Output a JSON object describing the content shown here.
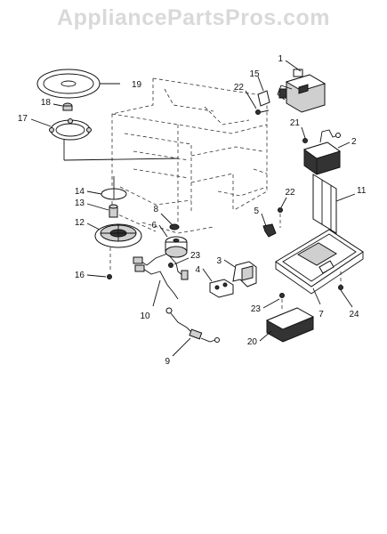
{
  "watermark": "AppliancePartsPros.com",
  "callouts": [
    {
      "id": "c1",
      "text": "1"
    },
    {
      "id": "c2",
      "text": "2"
    },
    {
      "id": "c3",
      "text": "3"
    },
    {
      "id": "c4",
      "text": "4"
    },
    {
      "id": "c5",
      "text": "5"
    },
    {
      "id": "c6",
      "text": "6"
    },
    {
      "id": "c7",
      "text": "7"
    },
    {
      "id": "c8",
      "text": "8"
    },
    {
      "id": "c9",
      "text": "9"
    },
    {
      "id": "c10",
      "text": "10"
    },
    {
      "id": "c11",
      "text": "11"
    },
    {
      "id": "c12",
      "text": "12"
    },
    {
      "id": "c13",
      "text": "13"
    },
    {
      "id": "c14",
      "text": "14"
    },
    {
      "id": "c15",
      "text": "15"
    },
    {
      "id": "c16",
      "text": "16"
    },
    {
      "id": "c17",
      "text": "17"
    },
    {
      "id": "c18",
      "text": "18"
    },
    {
      "id": "c19",
      "text": "19"
    },
    {
      "id": "c20",
      "text": "20"
    },
    {
      "id": "c21",
      "text": "21"
    },
    {
      "id": "c22a",
      "text": "22"
    },
    {
      "id": "c22b",
      "text": "22"
    },
    {
      "id": "c23a",
      "text": "23"
    },
    {
      "id": "c23b",
      "text": "23"
    },
    {
      "id": "c24",
      "text": "24"
    }
  ]
}
